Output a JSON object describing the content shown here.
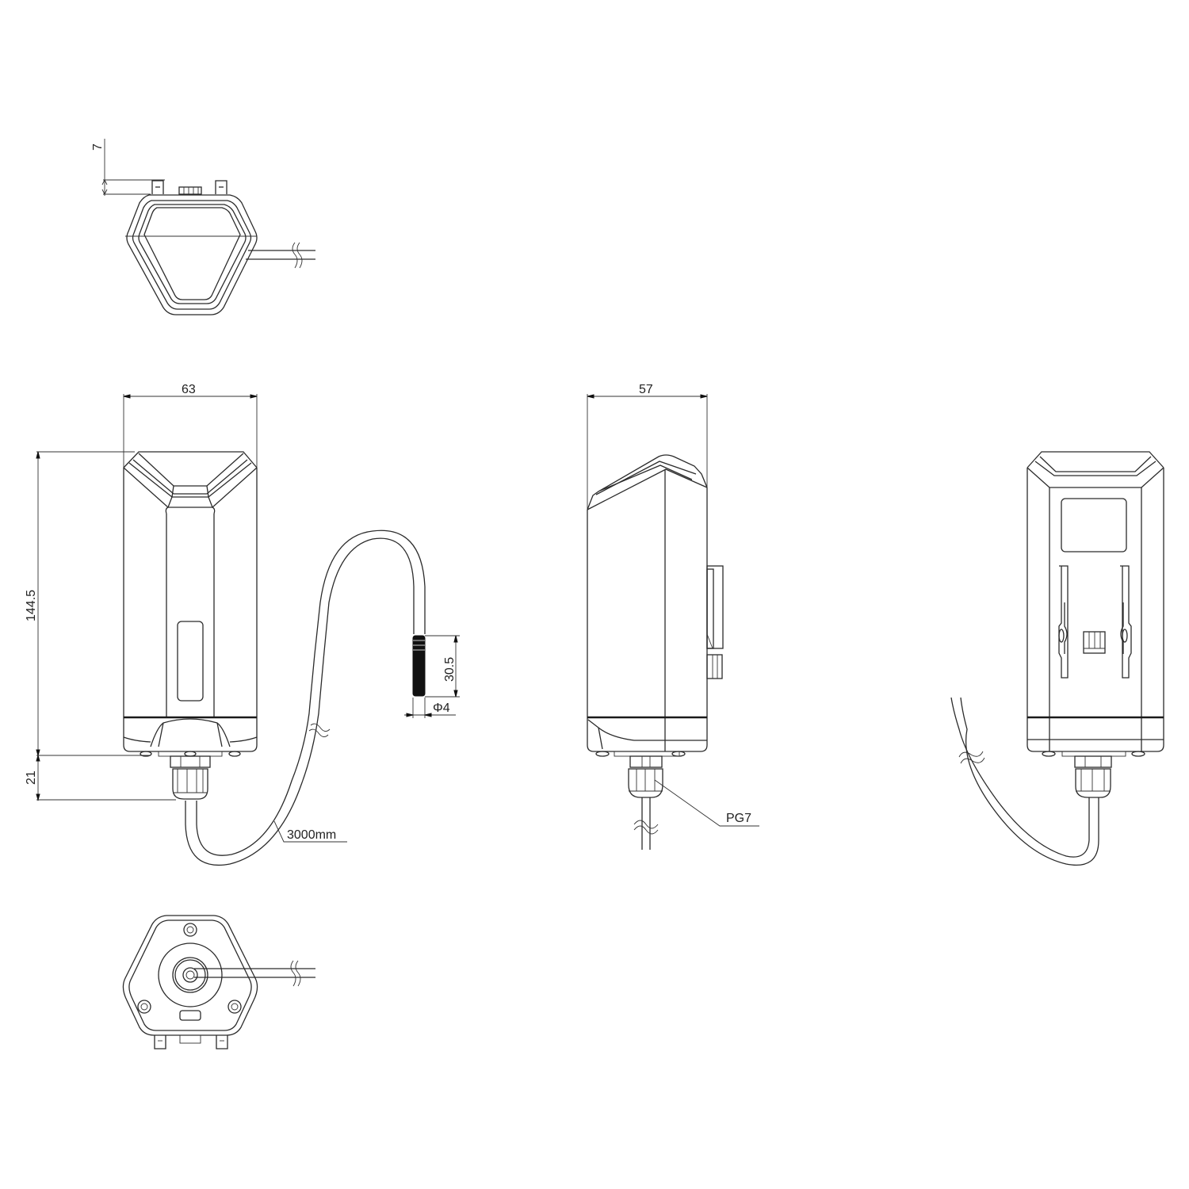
{
  "drawing": {
    "type": "technical dimension drawing",
    "colors": {
      "line": "#2b2b2b",
      "background": "#ffffff",
      "probe": "#111111"
    },
    "views": {
      "top_view": {
        "dimension_label": "7"
      },
      "front_view": {
        "width_label": "63",
        "height_label": "144.5",
        "gland_height_label": "21",
        "cable_length_label": "3000mm",
        "probe_length_label": "30.5",
        "probe_diameter_label": "Φ4"
      },
      "side_view": {
        "width_label": "57",
        "gland_label": "PG7"
      },
      "back_view": {},
      "bottom_view": {}
    }
  }
}
